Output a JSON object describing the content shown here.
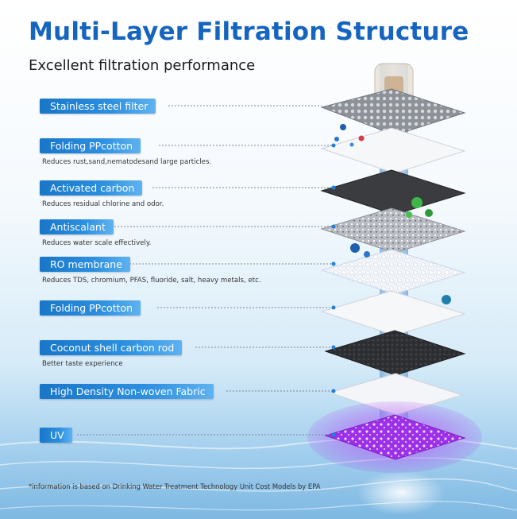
{
  "title": "Multi-Layer Filtration Structure",
  "subtitle": "Excellent filtration performance",
  "layers": [
    {
      "label": "Stainless steel filter",
      "description": ""
    },
    {
      "label": "Folding  PPcotton",
      "description": "Reduces rust,sand,nematodesand large particles."
    },
    {
      "label": "Activated carbon",
      "description": "Reduces residual chlorine and odor."
    },
    {
      "label": "Antiscalant",
      "description": "Reduces water scale effectively."
    },
    {
      "label": "RO membrane",
      "description": "Reduces TDS, chromium, PFAS, fluoride, salt, heavy metals, etc."
    },
    {
      "label": "Folding  PPcotton",
      "description": ""
    },
    {
      "label": "Coconut shell carbon rod",
      "description": "Better taste experience"
    },
    {
      "label": "High Density Non-woven Fabric",
      "description": ""
    },
    {
      "label": "UV",
      "description": ""
    }
  ],
  "footnote": "*information is based on Drinking Water Treatment Technology Unit Cost Models by EPA",
  "colors": {
    "title": "#1565c0",
    "label_bg": "#1e80d6",
    "uv_glow": "#a23cf0"
  },
  "icons": [
    "bacteria-icon",
    "particle-icon"
  ]
}
